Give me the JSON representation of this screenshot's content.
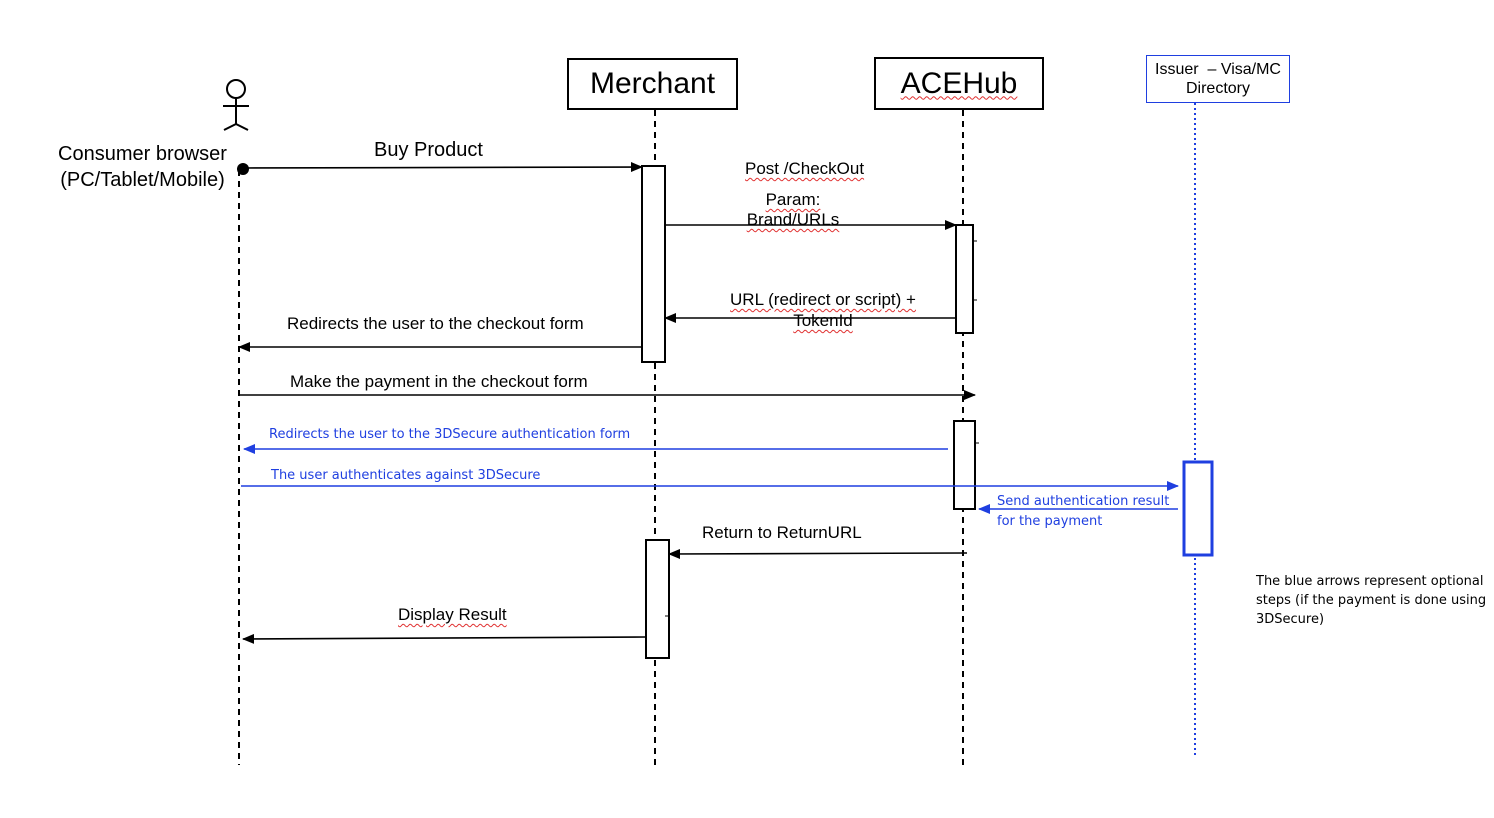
{
  "participants": {
    "consumer": {
      "name": "Consumer browser",
      "subtitle": "(PC/Tablet/Mobile)"
    },
    "merchant": {
      "name": "Merchant"
    },
    "acehub": {
      "name": "ACEHub"
    },
    "issuer": {
      "line1": "Issuer  – Visa/MC",
      "line2": "Directory"
    }
  },
  "messages": {
    "buy_product": "Buy Product",
    "post_checkout": "Post /CheckOut",
    "param_line1": "Param:",
    "param_line2": "Brand/URLs",
    "url_line1": "URL (redirect or script) +",
    "url_line2": "TokenId",
    "redirect_checkout": "Redirects the user to the checkout form",
    "make_payment": "Make the payment in the checkout form",
    "redirect_3ds": "Redirects the user to the 3DSecure authentication form",
    "user_authenticates": "The user authenticates against 3DSecure",
    "send_auth_line1": "Send authentication result",
    "send_auth_line2": "for the payment",
    "return_url": "Return to ReturnURL",
    "display_result": "Display Result"
  },
  "note": {
    "line1": "The blue arrows represent optional",
    "line2": "steps (if the payment is done using",
    "line3": "3DSecure)"
  },
  "colors": {
    "optional_arrow": "#1f3fe0",
    "standard_arrow": "#000000"
  }
}
